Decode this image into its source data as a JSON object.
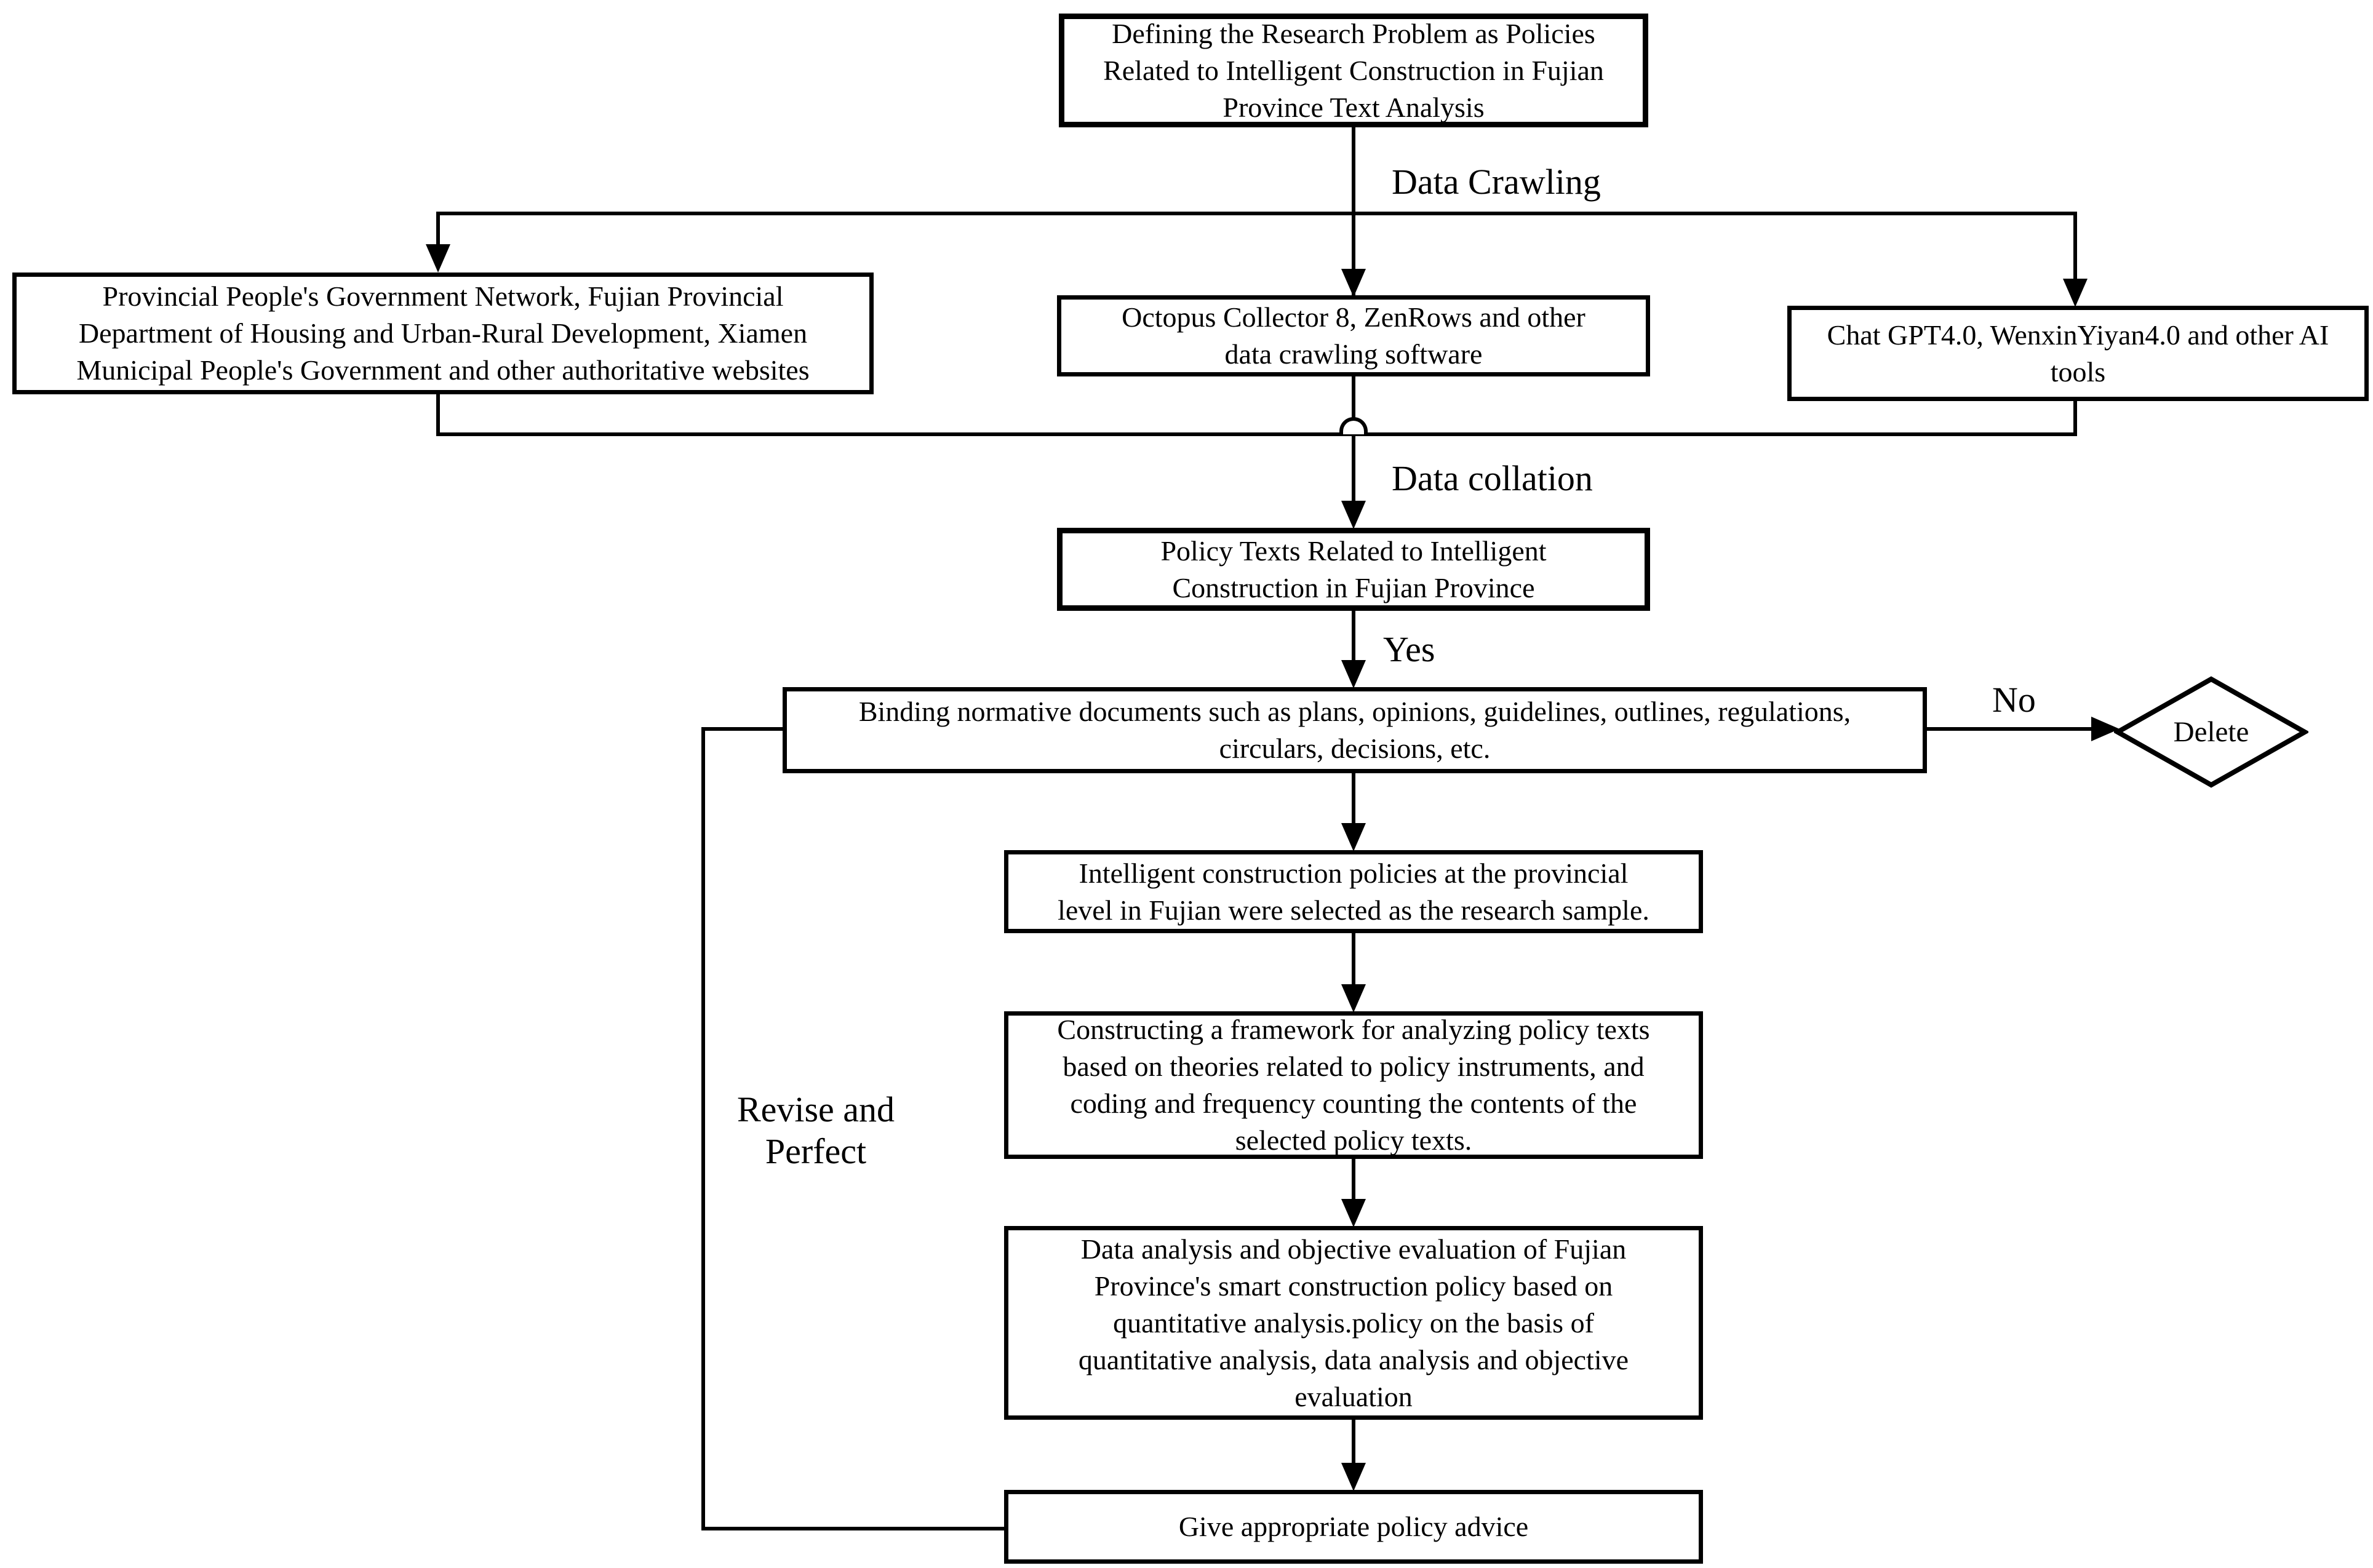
{
  "figure_colors": {
    "background": "#ffffff",
    "line": "#000000",
    "box_fill": "#ffffff"
  },
  "nodes": {
    "define_problem": "Defining the Research Problem as Policies\nRelated to Intelligent Construction in Fujian\nProvince Text Analysis",
    "websites": "Provincial People's Government Network, Fujian Provincial\nDepartment of Housing and Urban-Rural Development, Xiamen\nMunicipal People's Government and other authoritative websites",
    "crawler_software": "Octopus Collector 8, ZenRows and other\ndata crawling software",
    "ai_tools": "Chat GPT4.0, WenxinYiyan4.0 and other AI\ntools",
    "policy_texts": "Policy Texts Related to Intelligent\nConstruction in Fujian Province",
    "binding_documents": "Binding normative documents such as plans, opinions, guidelines, outlines, regulations,\ncirculars, decisions, etc.",
    "research_sample": "Intelligent construction policies at the provincial\nlevel in Fujian were selected as the research sample.",
    "analysis_framework": "Constructing a framework for analyzing policy texts\nbased on theories related to policy instruments, and\ncoding and frequency counting the contents of the\nselected policy texts.",
    "data_analysis": "Data analysis and objective evaluation of Fujian\nProvince's smart construction policy based on\nquantitative analysis.policy on the basis of\nquantitative analysis, data analysis and objective\nevaluation",
    "policy_advice": "Give appropriate policy advice",
    "delete": "Delete"
  },
  "edge_labels": {
    "data_crawling": "Data Crawling",
    "data_collation": "Data collation",
    "yes": "Yes",
    "no": "No",
    "revise_perfect": "Revise and\nPerfect"
  }
}
